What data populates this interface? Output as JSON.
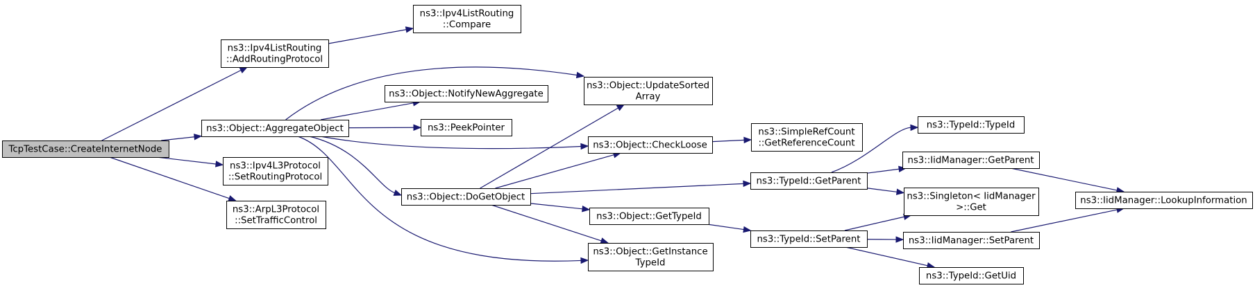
{
  "diagram": {
    "type": "call-graph",
    "colors": {
      "edge": "#191970",
      "node_border": "#000000",
      "root_fill": "#bfbfbf",
      "node_fill": "#ffffff"
    },
    "nodes": [
      {
        "id": "create_internet_node",
        "lines": [
          "TcpTestCase::CreateInternetNode"
        ],
        "root": true
      },
      {
        "id": "add_routing_protocol",
        "lines": [
          "ns3::Ipv4ListRouting",
          "::AddRoutingProtocol"
        ]
      },
      {
        "id": "compare",
        "lines": [
          "ns3::Ipv4ListRouting",
          "::Compare"
        ]
      },
      {
        "id": "aggregate_object",
        "lines": [
          "ns3::Object::AggregateObject"
        ]
      },
      {
        "id": "update_sorted_array",
        "lines": [
          "ns3::Object::UpdateSorted",
          "Array"
        ]
      },
      {
        "id": "notify_new_aggregate",
        "lines": [
          "ns3::Object::NotifyNewAggregate"
        ]
      },
      {
        "id": "peek_pointer",
        "lines": [
          "ns3::PeekPointer"
        ]
      },
      {
        "id": "check_loose",
        "lines": [
          "ns3::Object::CheckLoose"
        ]
      },
      {
        "id": "get_reference_count",
        "lines": [
          "ns3::SimpleRefCount",
          "::GetReferenceCount"
        ]
      },
      {
        "id": "set_routing_protocol",
        "lines": [
          "ns3::Ipv4L3Protocol",
          "::SetRoutingProtocol"
        ]
      },
      {
        "id": "set_traffic_control",
        "lines": [
          "ns3::ArpL3Protocol",
          "::SetTrafficControl"
        ]
      },
      {
        "id": "do_get_object",
        "lines": [
          "ns3::Object::DoGetObject"
        ]
      },
      {
        "id": "get_type_id",
        "lines": [
          "ns3::Object::GetTypeId"
        ]
      },
      {
        "id": "get_instance_type_id",
        "lines": [
          "ns3::Object::GetInstance",
          "TypeId"
        ]
      },
      {
        "id": "typeid_get_parent",
        "lines": [
          "ns3::TypeId::GetParent"
        ]
      },
      {
        "id": "typeid_set_parent",
        "lines": [
          "ns3::TypeId::SetParent"
        ]
      },
      {
        "id": "typeid_typeid",
        "lines": [
          "ns3::TypeId::TypeId"
        ]
      },
      {
        "id": "iid_get_parent",
        "lines": [
          "ns3::IidManager::GetParent"
        ]
      },
      {
        "id": "singleton_get",
        "lines": [
          "ns3::Singleton< IidManager",
          ">::Get"
        ]
      },
      {
        "id": "iid_set_parent",
        "lines": [
          "ns3::IidManager::SetParent"
        ]
      },
      {
        "id": "typeid_get_uid",
        "lines": [
          "ns3::TypeId::GetUid"
        ]
      },
      {
        "id": "lookup_information",
        "lines": [
          "ns3::IidManager::LookupInformation"
        ]
      }
    ],
    "edges": [
      [
        "create_internet_node",
        "add_routing_protocol"
      ],
      [
        "create_internet_node",
        "aggregate_object"
      ],
      [
        "create_internet_node",
        "set_routing_protocol"
      ],
      [
        "create_internet_node",
        "set_traffic_control"
      ],
      [
        "add_routing_protocol",
        "compare"
      ],
      [
        "aggregate_object",
        "update_sorted_array"
      ],
      [
        "aggregate_object",
        "notify_new_aggregate"
      ],
      [
        "aggregate_object",
        "peek_pointer"
      ],
      [
        "aggregate_object",
        "check_loose"
      ],
      [
        "aggregate_object",
        "do_get_object"
      ],
      [
        "aggregate_object",
        "get_instance_type_id"
      ],
      [
        "do_get_object",
        "update_sorted_array"
      ],
      [
        "do_get_object",
        "check_loose"
      ],
      [
        "do_get_object",
        "typeid_get_parent"
      ],
      [
        "do_get_object",
        "get_type_id"
      ],
      [
        "do_get_object",
        "get_instance_type_id"
      ],
      [
        "check_loose",
        "get_reference_count"
      ],
      [
        "get_type_id",
        "typeid_set_parent"
      ],
      [
        "typeid_get_parent",
        "typeid_typeid"
      ],
      [
        "typeid_get_parent",
        "iid_get_parent"
      ],
      [
        "typeid_get_parent",
        "singleton_get"
      ],
      [
        "typeid_set_parent",
        "singleton_get"
      ],
      [
        "typeid_set_parent",
        "iid_set_parent"
      ],
      [
        "typeid_set_parent",
        "typeid_get_uid"
      ],
      [
        "iid_get_parent",
        "lookup_information"
      ],
      [
        "iid_set_parent",
        "lookup_information"
      ]
    ]
  }
}
